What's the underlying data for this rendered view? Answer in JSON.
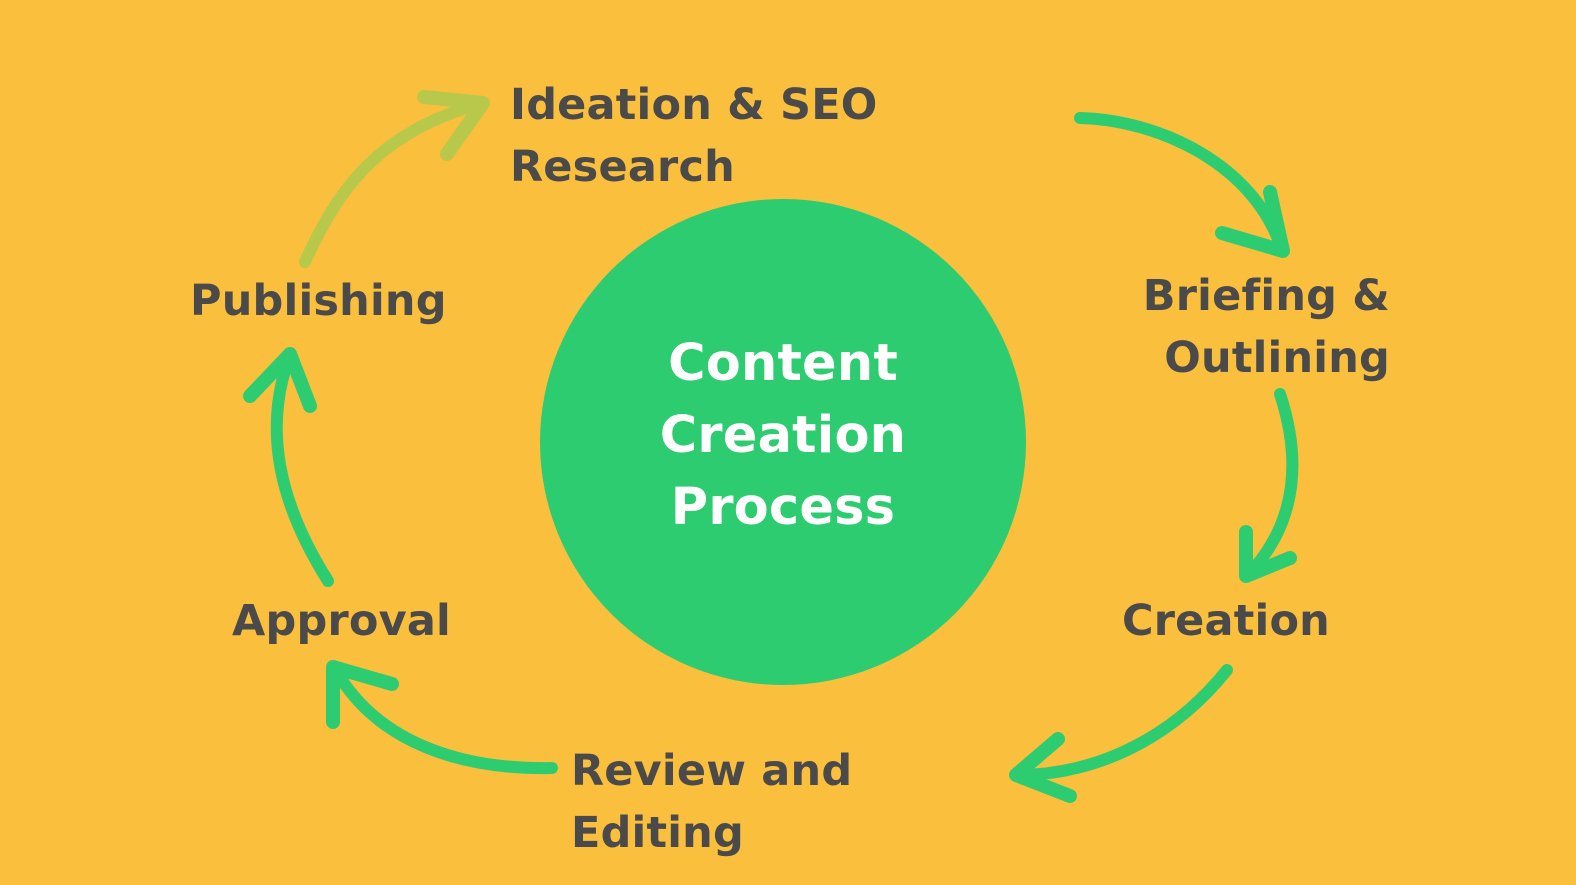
{
  "theme": {
    "background": "#FBBF3E",
    "circle": "#2ECC71",
    "arrow": "#2ECC71",
    "arrow_faded": "#B8C84A",
    "label": "#4A4A4A",
    "center_text": "#FFFFFF"
  },
  "center": {
    "title": "Content\nCreation\nProcess"
  },
  "steps": [
    {
      "id": "ideation",
      "label": "Ideation & SEO Research"
    },
    {
      "id": "briefing",
      "label": "Briefing &\nOutlining"
    },
    {
      "id": "creation",
      "label": "Creation"
    },
    {
      "id": "review",
      "label": "Review and Editing"
    },
    {
      "id": "approval",
      "label": "Approval"
    },
    {
      "id": "publishing",
      "label": "Publishing"
    }
  ]
}
